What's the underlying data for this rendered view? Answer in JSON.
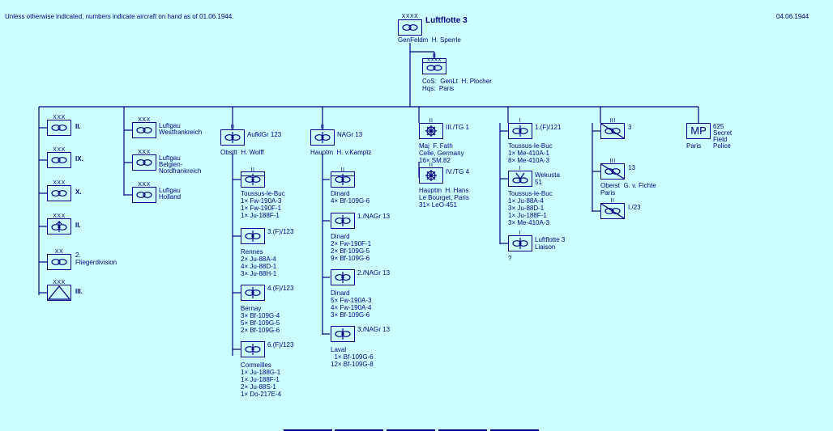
{
  "note": "Unless otherwise indicated, numbers indicate aircraft on hand as of 01.06.1944.",
  "date": "04.06.1944",
  "top": {
    "name": "Luftflotte 3",
    "echelon": "XXXX",
    "commander": "GenFeldm  H. Sperrle"
  },
  "hq": {
    "echelon": "II",
    "sym_echelon": "XXXX",
    "cos": "CoS:  GenLt  H. Plocher",
    "hqs": "Hqs:  Paris"
  },
  "col1": [
    {
      "ech": "XXX",
      "label": "II."
    },
    {
      "ech": "XXX",
      "label": "IX."
    },
    {
      "ech": "XXX",
      "label": "X."
    },
    {
      "ech": "XXX",
      "label": "II."
    },
    {
      "ech": "XX",
      "label": "2.",
      "label2": "Fliegerdivision"
    },
    {
      "ech": "XXX",
      "label": "III."
    }
  ],
  "col2": [
    {
      "ech": "XXX",
      "l1": "Luftgau",
      "l2": "Westfrankreich",
      "l3": ""
    },
    {
      "ech": "XXX",
      "l1": "Luftgau",
      "l2": "Belgien-",
      "l3": "Nordfrankreich"
    },
    {
      "ech": "XXX",
      "l1": "Luftgau",
      "l2": "Holland",
      "l3": ""
    }
  ],
  "col3": {
    "head": {
      "ech": "II",
      "label": "AufklGr 123",
      "cmd": "Obstlt  H. Wolff"
    },
    "hqsym": {
      "ech": "II"
    },
    "hqtext": [
      "Toussus-le-Buc",
      "1× Fw-190A-3",
      "1× Fw-190F-1",
      "1× Ju-188F-1"
    ],
    "units": [
      {
        "label": "3.(F)/123",
        "lines": [
          "Rennes",
          "2× Ju-88A-4",
          "4× Ju-88D-1",
          "3× Ju-88H-1"
        ]
      },
      {
        "label": "4.(F)/123",
        "lines": [
          "Bernay",
          "3× Bf-109G-4",
          "5× Bf-109G-5",
          "2× Bf-109G-6"
        ]
      },
      {
        "label": "6.(F)/123",
        "lines": [
          "Cormeilles",
          "1× Ju-188G-1",
          "1× Ju-188F-1",
          "2× Ju-88S-1",
          "1× Do-217E-4"
        ]
      }
    ]
  },
  "col4": {
    "head": {
      "ech": "II",
      "label": "NAGr 13",
      "cmd": "Hauptm  H. v.Kamptz"
    },
    "hqsym": {
      "ech": "II"
    },
    "hqtext": [
      "Dinard",
      "4× Bf-109G-6"
    ],
    "units": [
      {
        "label": "1./NAGr 13",
        "lines": [
          "Dinard",
          "2× Fw-190F-1",
          "2× Bf-109G-5",
          "9× Bf-109G-6"
        ]
      },
      {
        "label": "2./NAGr 13",
        "lines": [
          "Dinard",
          "5× Fw-190A-3",
          "4× Fw-190A-4",
          "3× Bf-109G-6"
        ]
      },
      {
        "label": "3./NAGr 13",
        "lines": [
          "Laval",
          "  1× Bf-109G-6",
          "12× Bf-109G-8"
        ]
      }
    ]
  },
  "col5": [
    {
      "ech": "II",
      "label": "III./TG 1",
      "lines": [
        "Maj  F. Fath",
        "Celle, Germany",
        "16× SM.82"
      ]
    },
    {
      "ech": "II",
      "label": "IV./TG 4",
      "lines": [
        "Hauptm  H. Hans",
        "Le Bourget, Paris",
        "31× LeO-451"
      ]
    }
  ],
  "col6": [
    {
      "ech": "I",
      "label": "1.(F)/121",
      "lines": [
        "Toussus-le-Buc",
        "1× Me-410A-1",
        "8× Me-410A-3"
      ]
    },
    {
      "ech": "I",
      "label": "Wekusta",
      "label2": "51",
      "lines": [
        "Toussus-le-Buc",
        "1× Ju-88A-4",
        "3× Ju-88D-1",
        "1× Ju-188F-1",
        "3× Me-410A-3"
      ]
    },
    {
      "ech": "I",
      "label": "Luftflotte 3",
      "label2": "Liaison",
      "lines": [
        "?"
      ]
    }
  ],
  "col7": [
    {
      "ech": "III",
      "label": "3",
      "lines": []
    },
    {
      "ech": "III",
      "label": "13",
      "lines": [
        "Oberst  G. v. Fichte",
        "Paris"
      ]
    },
    {
      "ech": "II",
      "label": "I./23",
      "lines": []
    }
  ],
  "col8": {
    "sym": "MP",
    "label": "625",
    "l2": "Secret",
    "l3": "Field",
    "l4": "Police",
    "sub": "Paris"
  }
}
